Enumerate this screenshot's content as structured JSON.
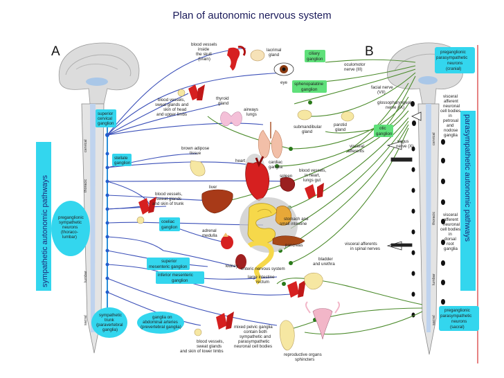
{
  "title": "Plan of autonomic nervous system",
  "panels": {
    "a": "A",
    "b": "B"
  },
  "sympathetic": {
    "pathways": "sympathetic autonomic pathways",
    "neurons": [
      "preganglionic",
      "sympathetic",
      "neurons",
      "(thoraco-",
      "lumbar)"
    ],
    "superior_cervical": [
      "superior",
      "cervical",
      "ganglion"
    ],
    "stellate": [
      "stellate",
      "ganglion"
    ],
    "celiac": [
      "coeliac",
      "ganglion"
    ],
    "sup_mesenteric": [
      "superior",
      "mesenteric ganglion"
    ],
    "inf_mesenteric": [
      "inferior mesenteric",
      "ganglion"
    ],
    "trunk": [
      "sympathetic",
      "trunk",
      "(paravertebral",
      "ganglia)"
    ],
    "prevertebral": [
      "ganglia on",
      "abdominal arteries",
      "(prevertebral ganglia)"
    ],
    "spine_regions": [
      "cervical",
      "thoracic",
      "lumbar",
      "sacral"
    ]
  },
  "parasympathetic": {
    "pathways": "parasympathetic autonomic pathways",
    "cranial": [
      "preganglionic",
      "parasympathetic",
      "neurons",
      "(cranial)"
    ],
    "sacral": [
      "preganglionic",
      "parasympathetic",
      "neurons",
      "(sacral)"
    ],
    "ciliary": [
      "ciliary",
      "ganglion"
    ],
    "sphenopalatine": [
      "sphenopalatine",
      "ganglion"
    ],
    "otic": [
      "otic",
      "ganglion"
    ],
    "oculomotor": [
      "oculomotor",
      "nerve (III)"
    ],
    "facial": [
      "facial nerve",
      "(VII)"
    ],
    "glosso": [
      "glossopharyngeal",
      "nerve (IX)"
    ],
    "vagus": [
      "vagus",
      "nerve (X)"
    ],
    "visceral_afferent_cranial": [
      "visceral",
      "afferent",
      "neuronal",
      "cell bodies",
      "in",
      "petrosal",
      "and",
      "nodose",
      "ganglia"
    ],
    "visceral_afferent_dorsal": [
      "visceral",
      "afferent",
      "neuronal",
      "cell bodies",
      "in",
      "dorsal",
      "root",
      "ganglia"
    ],
    "visceral_afferents": [
      "visceral",
      "afferents"
    ],
    "visceral_spinal": [
      "visceral afferents",
      "in spinal nerves"
    ],
    "spine_regions": [
      "cervical",
      "thoracic",
      "lumbar",
      "sacral"
    ]
  },
  "organs": {
    "vessels_skull": [
      "blood vessels",
      "inside",
      "the skull",
      "(brain)"
    ],
    "vessels_head": [
      "blood vessels,",
      "sweat glands and",
      "skin of head",
      "and upper limbs"
    ],
    "lacrimal": [
      "lacrimal",
      "gland"
    ],
    "eye": "eye",
    "thyroid": [
      "thyroid",
      "gland"
    ],
    "airways": [
      "airways",
      "lungs"
    ],
    "submandibular": [
      "submandibular",
      "gland"
    ],
    "parotid": [
      "parotid",
      "gland"
    ],
    "adipose": [
      "brown adipose",
      "tissue"
    ],
    "heart": "heart",
    "cardiac": [
      "cardiac",
      "ganglia"
    ],
    "vessels_heart": [
      "blood vessels,",
      "in heart,",
      "lungs gut"
    ],
    "spleen": "spleen",
    "liver": "liver",
    "vessels_trunk": [
      "blood vessels,",
      "sweat glands",
      "and skin of trunk"
    ],
    "stomach": [
      "stomach and",
      "small intestine"
    ],
    "adrenal": [
      "adrenal",
      "medulla"
    ],
    "pancreas": "pancreas",
    "kidney": "kidney",
    "ens": "enteric nervous system",
    "large_intestine": [
      "large intestine",
      "rectum"
    ],
    "bladder": [
      "bladder",
      "and urethra"
    ],
    "pelvic": [
      "mixed pelvic ganglia",
      "contain both",
      "sympathetic and",
      "parasympathetic",
      "neuronal cell bodies"
    ],
    "vessels_lower": [
      "blood vessels,",
      "sweat glands",
      "and skin of lower limbs"
    ],
    "repro": [
      "reproductive organs",
      "sphincters"
    ]
  },
  "colors": {
    "sympathetic_nerve": "#3a4fb8",
    "parasympathetic_nerve": "#4a8a2a",
    "label_bg": "#33d6ee",
    "green_label_bg": "#5fe07a",
    "organ_red": "#d62020"
  }
}
